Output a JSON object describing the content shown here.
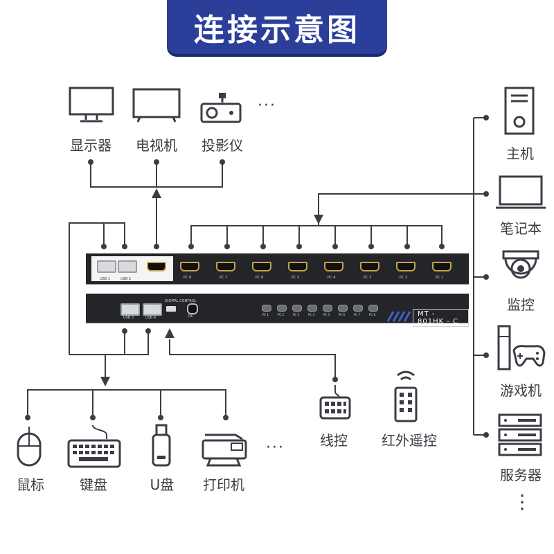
{
  "title": "连接示意图",
  "displays": [
    {
      "label": "显示器",
      "icon": "monitor-icon"
    },
    {
      "label": "电视机",
      "icon": "tv-icon"
    },
    {
      "label": "投影仪",
      "icon": "projector-icon"
    }
  ],
  "ellipsis": "···",
  "front_panel": {
    "usb_ports": [
      "USB 1",
      "USB 2"
    ],
    "pc_ports": [
      "PC 8",
      "PC 7",
      "PC 6",
      "PC 5",
      "PC 4",
      "PC 3",
      "PC 2",
      "PC 1"
    ]
  },
  "back_panel": {
    "usb_ports": [
      "USB 3",
      "USB 4"
    ],
    "control_label": "DIGITAL CONTROL",
    "dc_label": "DC",
    "buttons": [
      "PC 1",
      "PC 2",
      "PC 3",
      "PC 4",
      "PC 5",
      "PC 6",
      "PC 7",
      "PC 8"
    ],
    "model": "MT - 801HK - C"
  },
  "peripherals": [
    {
      "label": "鼠标",
      "icon": "mouse-icon"
    },
    {
      "label": "键盘",
      "icon": "keyboard-icon"
    },
    {
      "label": "U盘",
      "icon": "usb-drive-icon"
    },
    {
      "label": "打印机",
      "icon": "printer-icon"
    }
  ],
  "controls": [
    {
      "label": "线控",
      "icon": "wired-control-icon"
    },
    {
      "label": "红外遥控",
      "icon": "ir-remote-icon"
    }
  ],
  "computers": [
    {
      "label": "主机",
      "icon": "pc-tower-icon"
    },
    {
      "label": "笔记本",
      "icon": "laptop-icon"
    },
    {
      "label": "监控",
      "icon": "security-camera-icon"
    },
    {
      "label": "游戏机",
      "icon": "game-console-icon"
    },
    {
      "label": "服务器",
      "icon": "server-icon"
    }
  ],
  "vertical_ellipsis": "⋮",
  "colors": {
    "banner": "#2b3f9a",
    "line": "#3a3d44",
    "device": "#232529"
  }
}
